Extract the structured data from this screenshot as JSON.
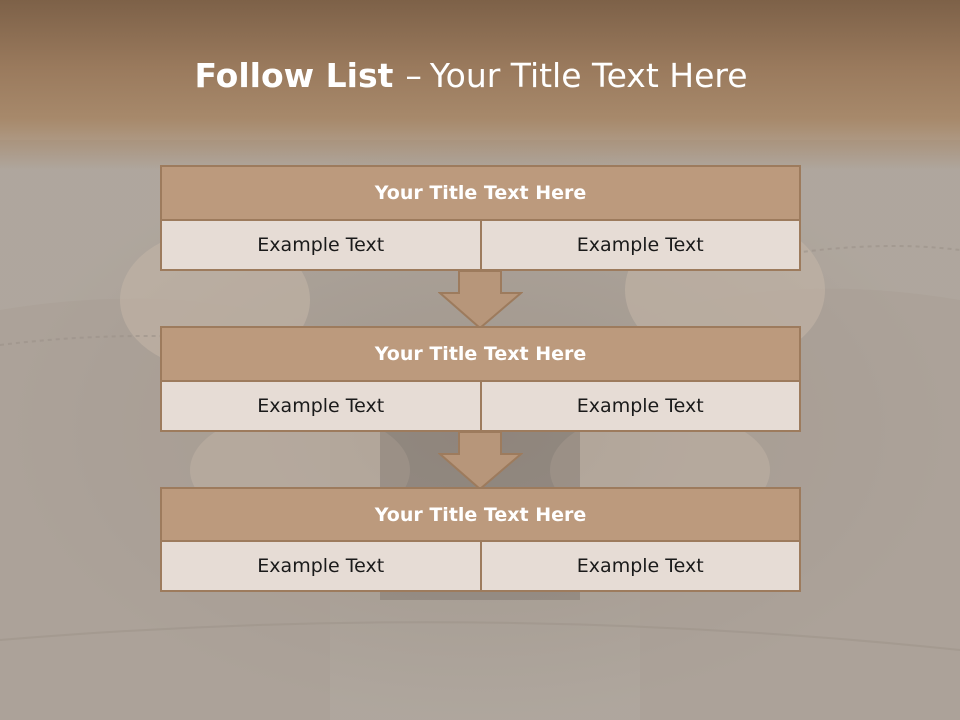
{
  "slide": {
    "title_bold": "Follow List",
    "title_dash": "–",
    "title_rest": "Your Title Text Here"
  },
  "blocks": [
    {
      "title": "Your Title Text Here",
      "left": "Example Text",
      "right": "Example Text"
    },
    {
      "title": "Your Title Text Here",
      "left": "Example Text",
      "right": "Example Text"
    },
    {
      "title": "Your Title Text Here",
      "left": "Example Text",
      "right": "Example Text"
    }
  ],
  "colors": {
    "header_band": "#9a7a5d",
    "block_header_fill": "#bc9a7d",
    "block_border": "#9d7b5d",
    "block_cell_fill": "#e6dcd5",
    "arrow_fill": "#b7967a"
  },
  "icons": [
    "arrow-down-icon"
  ]
}
